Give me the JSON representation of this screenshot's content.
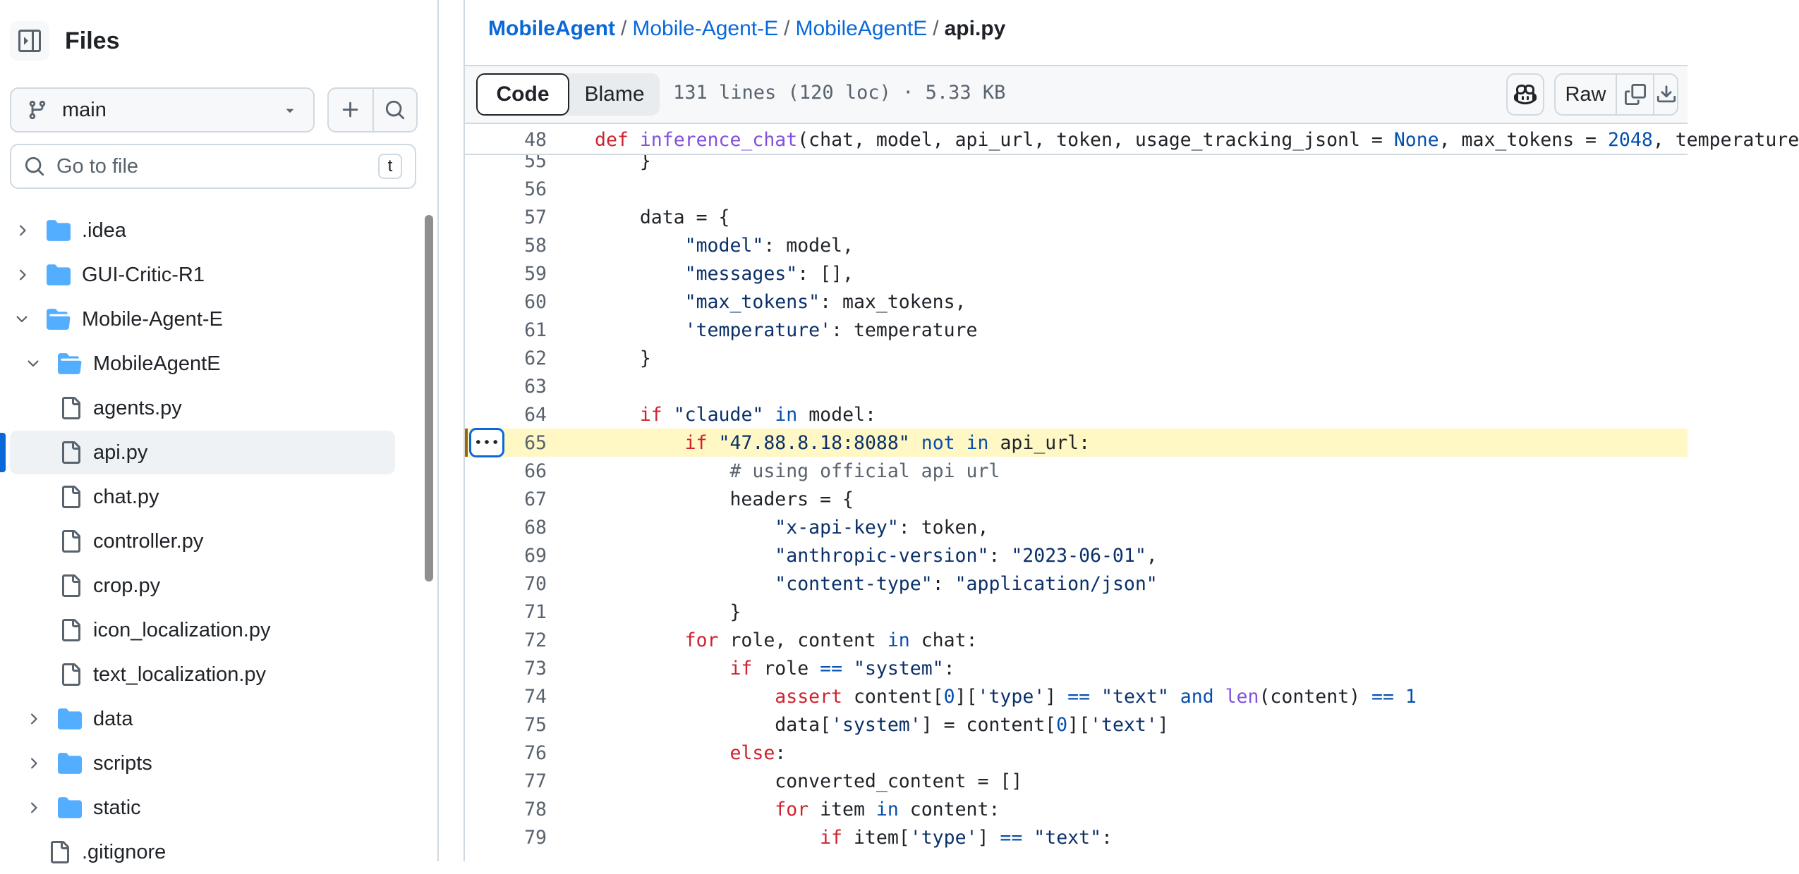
{
  "sidebar": {
    "title": "Files",
    "branch": "main",
    "search_placeholder": "Go to file",
    "search_shortcut": "t",
    "tree": [
      {
        "name": ".idea",
        "type": "folder",
        "level": 0,
        "expanded": false
      },
      {
        "name": "GUI-Critic-R1",
        "type": "folder",
        "level": 0,
        "expanded": false
      },
      {
        "name": "Mobile-Agent-E",
        "type": "folder",
        "level": 0,
        "expanded": true
      },
      {
        "name": "MobileAgentE",
        "type": "folder",
        "level": 1,
        "expanded": true
      },
      {
        "name": "agents.py",
        "type": "file",
        "level": 2
      },
      {
        "name": "api.py",
        "type": "file",
        "level": 2,
        "selected": true
      },
      {
        "name": "chat.py",
        "type": "file",
        "level": 2
      },
      {
        "name": "controller.py",
        "type": "file",
        "level": 2
      },
      {
        "name": "crop.py",
        "type": "file",
        "level": 2
      },
      {
        "name": "icon_localization.py",
        "type": "file",
        "level": 2
      },
      {
        "name": "text_localization.py",
        "type": "file",
        "level": 2
      },
      {
        "name": "data",
        "type": "folder",
        "level": 1,
        "expanded": false
      },
      {
        "name": "scripts",
        "type": "folder",
        "level": 1,
        "expanded": false
      },
      {
        "name": "static",
        "type": "folder",
        "level": 1,
        "expanded": false
      },
      {
        "name": ".gitignore",
        "type": "file",
        "level": 1
      }
    ]
  },
  "breadcrumb": {
    "parts": [
      "MobileAgent",
      "Mobile-Agent-E",
      "MobileAgentE"
    ],
    "current": "api.py",
    "separator": "/"
  },
  "toolbar": {
    "code_label": "Code",
    "blame_label": "Blame",
    "meta": "131 lines (120 loc) · 5.33 KB",
    "raw_label": "Raw"
  },
  "sticky": {
    "num": "48",
    "text": "def inference_chat(chat, model, api_url, token, usage_tracking_jsonl = None, max_tokens = 2048, temperature"
  },
  "code": [
    {
      "num": "55",
      "text": "    }"
    },
    {
      "num": "56",
      "text": ""
    },
    {
      "num": "57",
      "text": "    data = {"
    },
    {
      "num": "58",
      "text": "        \"model\": model,"
    },
    {
      "num": "59",
      "text": "        \"messages\": [],"
    },
    {
      "num": "60",
      "text": "        \"max_tokens\": max_tokens,"
    },
    {
      "num": "61",
      "text": "        'temperature': temperature"
    },
    {
      "num": "62",
      "text": "    }"
    },
    {
      "num": "63",
      "text": ""
    },
    {
      "num": "64",
      "text": "    if \"claude\" in model:"
    },
    {
      "num": "65",
      "text": "        if \"47.88.8.18:8088\" not in api_url:",
      "highlight": true
    },
    {
      "num": "66",
      "text": "            # using official api url"
    },
    {
      "num": "67",
      "text": "            headers = {"
    },
    {
      "num": "68",
      "text": "                \"x-api-key\": token,"
    },
    {
      "num": "69",
      "text": "                \"anthropic-version\": \"2023-06-01\","
    },
    {
      "num": "70",
      "text": "                \"content-type\": \"application/json\""
    },
    {
      "num": "71",
      "text": "            }"
    },
    {
      "num": "72",
      "text": "        for role, content in chat:"
    },
    {
      "num": "73",
      "text": "            if role == \"system\":"
    },
    {
      "num": "74",
      "text": "                assert content[0]['type'] == \"text\" and len(content) == 1"
    },
    {
      "num": "75",
      "text": "                data['system'] = content[0]['text']"
    },
    {
      "num": "76",
      "text": "            else:"
    },
    {
      "num": "77",
      "text": "                converted_content = []"
    },
    {
      "num": "78",
      "text": "                for item in content:"
    },
    {
      "num": "79",
      "text": "                    if item['type'] == \"text\":"
    }
  ],
  "colors": {
    "accent": "#0969da",
    "keyword": "#cf222e",
    "function": "#8250df",
    "string": "#0a3069",
    "number": "#0550ae",
    "comment": "#59636e",
    "highlight_bg": "#fff8c5",
    "folder": "#54aeff"
  }
}
